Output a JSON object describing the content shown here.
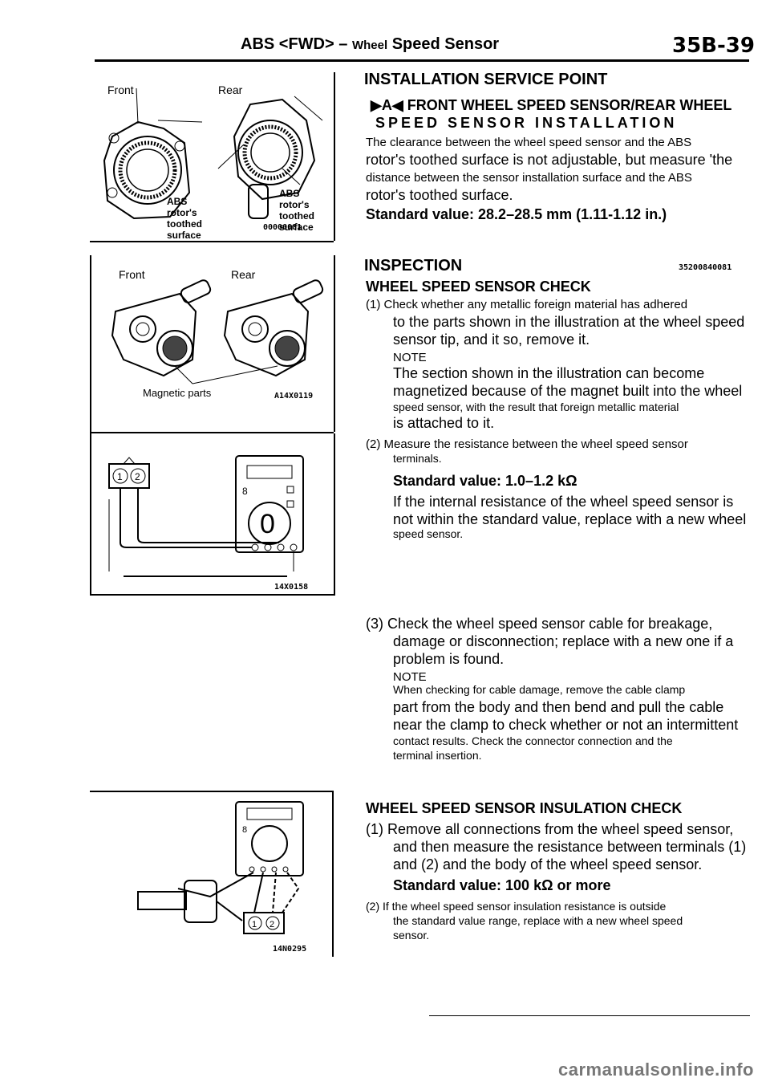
{
  "header": {
    "section": "ABS <FWD>",
    "dash": "–",
    "subject": "Wheel",
    "subject2": "Speed Sensor",
    "page": "35B-39"
  },
  "fig1": {
    "front": "Front",
    "rear": "Rear",
    "label_front": "ABS rotor's toothed surface",
    "label_rear": "ABS rotor's toothed surface",
    "code": "00000081"
  },
  "fig2": {
    "front": "Front",
    "rear": "Rear",
    "magnetic": "Magnetic parts",
    "code": "A14X0119"
  },
  "fig3": {
    "code": "14X0158"
  },
  "fig4": {
    "code": "14N0295"
  },
  "installation": {
    "title": "INSTALLATION SERVICE POINT",
    "sub_prefix": "▶A◀",
    "sub_line1": "FRONT WHEEL SPEED SENSOR/REAR WHEEL",
    "sub_line2": "SPEED SENSOR INSTALLATION",
    "p1": "The clearance between the wheel speed sensor and the ABS",
    "p2": "rotor's toothed surface is not adjustable, but measure 'the",
    "p3": "distance between the sensor installation surface and the ABS",
    "p4": "rotor's toothed surface.",
    "std": "Standard value: 28.2–28.5 mm (1.11-1.12 in.)"
  },
  "inspection": {
    "title": "INSPECTION",
    "code": "35200840081",
    "check1_title": "WHEEL SPEED SENSOR CHECK",
    "i1_l1": "(1) Check whether any metallic foreign material has adhered",
    "i1_l2": "to the parts shown in the illustration at the wheel speed",
    "i1_l3": "sensor tip, and it so, remove it.",
    "note": "NOTE",
    "n1_l1": "The section shown in the illustration can become",
    "n1_l2": "magnetized because of the magnet built into the wheel",
    "n1_l3": "speed sensor, with the result that foreign metallic material",
    "n1_l4": "is attached to it.",
    "i2_l1": "(2) Measure the resistance between the wheel speed sensor",
    "i2_l2": "terminals.",
    "std2": "Standard value: 1.0–1.2 kΩ",
    "i2_l3": "If the internal resistance of the wheel speed sensor is",
    "i2_l4": "not within the standard value, replace with a new wheel",
    "i2_l5": "speed sensor.",
    "i3_l1": "(3) Check the wheel speed sensor cable for breakage,",
    "i3_l2": "damage or disconnection; replace with a new one if a",
    "i3_l3": "problem is found.",
    "n3_l1": "When checking for cable damage, remove the cable clamp",
    "n3_l2": "part from the body and then bend and pull the cable",
    "n3_l3": "near the clamp to check whether or not an intermittent",
    "n3_l4": "contact results. Check the connector connection and the",
    "n3_l5": "terminal insertion.",
    "check2_title": "WHEEL SPEED SENSOR INSULATION CHECK",
    "j1_l1": "(1) Remove all connections from the wheel speed sensor,",
    "j1_l2": "and then measure the resistance between terminals (1)",
    "j1_l3": "and (2) and the body of the wheel speed sensor.",
    "std3": "Standard value: 100 kΩ or more",
    "j2_l1": "(2) If the wheel speed sensor insulation resistance is outside",
    "j2_l2": "the standard value range, replace with a new wheel speed",
    "j2_l3": "sensor."
  },
  "footer": "carmanualsonline.info"
}
